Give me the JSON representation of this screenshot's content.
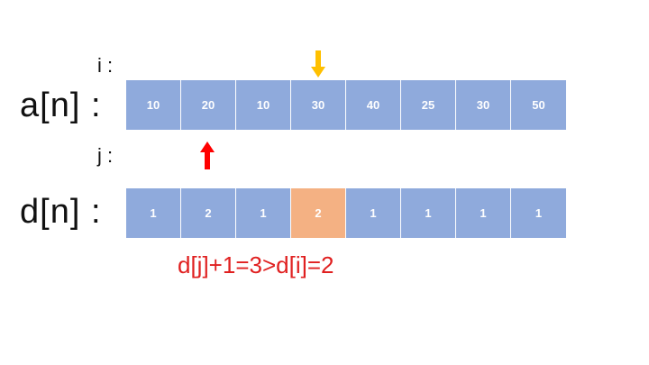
{
  "labels": {
    "i": "i :",
    "j": "j :",
    "a": "a[n] :",
    "d": "d[n] :"
  },
  "a": {
    "values": [
      "10",
      "20",
      "10",
      "30",
      "40",
      "25",
      "30",
      "50"
    ]
  },
  "d": {
    "values": [
      "1",
      "2",
      "1",
      "2",
      "1",
      "1",
      "1",
      "1"
    ],
    "highlight_index": 3
  },
  "pointers": {
    "i_index": 3,
    "j_index": 1
  },
  "caption": "d[j]+1=3>d[i]=2",
  "colors": {
    "cell": "#8faadc",
    "highlight": "#f4b183",
    "i_arrow": "#ffc000",
    "j_arrow": "#ff0000",
    "caption": "#e02020"
  }
}
